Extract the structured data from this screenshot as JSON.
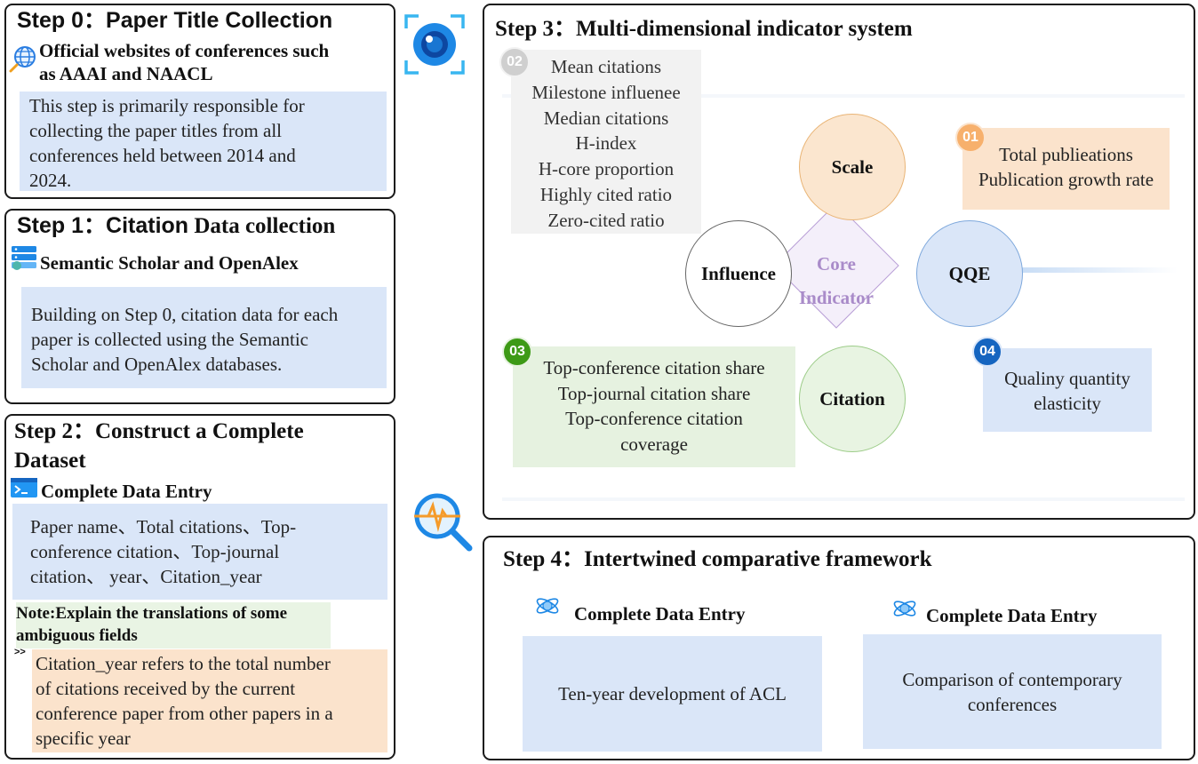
{
  "step0": {
    "title": "Step 0：Paper Title Collection",
    "subtitle_line1": "Official websites of conferences such",
    "subtitle_line2": "as AAAI and NAACL",
    "desc_lines": [
      "This step is primarily responsible for",
      "collecting the paper titles from all",
      "conferences held between 2014 and",
      "2024."
    ]
  },
  "step1": {
    "title_prefix": "Step 1：Citation",
    "title_suffix": " Data collection",
    "subtitle": "Semantic Scholar and OpenAlex",
    "desc_lines": [
      "Building on Step 0, citation data for each",
      "paper is collected using the Semantic",
      "Scholar and OpenAlex databases."
    ]
  },
  "step2": {
    "title_line1": "Step 2：Construct a Complete",
    "title_line2": "Dataset",
    "subtitle": "Complete Data Entry",
    "fields_lines": [
      "Paper name、Total citations、Top-",
      "conference citation、Top-journal",
      "citation、 year、Citation_year"
    ],
    "note_label": "Note:",
    "note_line1": "Explain the translations of some",
    "note_line2": "ambiguous fields",
    "arrow": ">>",
    "note_desc_lines": [
      "Citation_year refers to the total number",
      "of citations received by the current",
      "conference paper from other papers in a",
      "specific year"
    ]
  },
  "step3": {
    "title": "Step 3：Multi-dimensional indicator system",
    "core_line1": "Core",
    "core_line2": "Indicator",
    "nodes": {
      "scale": "Scale",
      "influence": "Influence",
      "qqe": "QQE",
      "citation": "Citation"
    },
    "group01": {
      "badge": "01",
      "items": [
        "Total publieations",
        "Publication growth rate"
      ]
    },
    "group02": {
      "badge": "02",
      "items": [
        "Mean citations",
        "Milestone influenee",
        "Median citations",
        "H-index",
        "H-core proportion",
        "Highly cited ratio",
        "Zero-cited ratio"
      ]
    },
    "group03": {
      "badge": "03",
      "items": [
        "Top-conference citation share",
        "Top-journal citation share",
        "Top-conference citation",
        "coverage"
      ]
    },
    "group04": {
      "badge": "04",
      "items": [
        "Qualiny quantity",
        "elasticity"
      ]
    }
  },
  "step4": {
    "title": "Step 4：Intertwined comparative framework",
    "left": {
      "label": "Complete Data Entry",
      "desc": "Ten-year development of ACL"
    },
    "right": {
      "label": "Complete Data Entry",
      "desc_line1": "Comparison of contemporary",
      "desc_line2": "conferences"
    }
  },
  "colors": {
    "blue_box": "#dae6f8",
    "orange_box": "#fbe3cc",
    "green_box": "#e6f2e0",
    "gray_box": "#f2f2f2",
    "core_text": "#a98bc9",
    "badge01": "#f5b070",
    "badge02": "#c8c8c8",
    "badge03": "#3f9a1a",
    "badge04": "#1565c0"
  },
  "icons": [
    "eye-icon",
    "globe-icon",
    "database-icon",
    "terminal-icon",
    "search-analysis-icon",
    "atom-icon"
  ]
}
